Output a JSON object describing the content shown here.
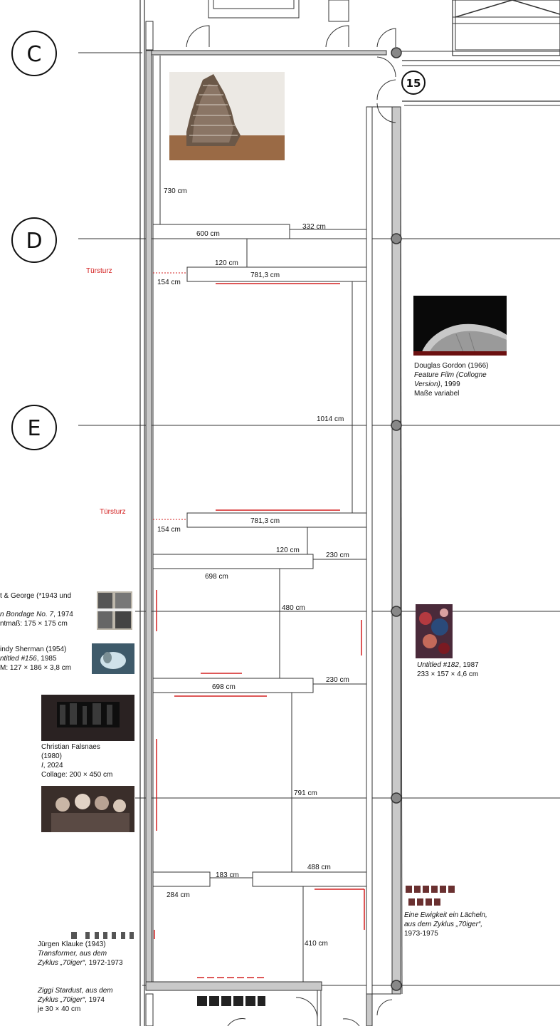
{
  "grid_labels": [
    "C",
    "D",
    "E"
  ],
  "column_number": "15",
  "door_header_label": "Türsturz",
  "dimensions": {
    "d730": "730 cm",
    "d600": "600 cm",
    "d332": "332 cm",
    "d120a": "120 cm",
    "d781a": "781,3 cm",
    "d154a": "154 cm",
    "d1014": "1014 cm",
    "d781b": "781,3 cm",
    "d154b": "154 cm",
    "d120b": "120 cm",
    "d230a": "230 cm",
    "d698a": "698 cm",
    "d480": "480 cm",
    "d698b": "698 cm",
    "d230b": "230 cm",
    "d791": "791 cm",
    "d183": "183 cm",
    "d488": "488 cm",
    "d284": "284 cm",
    "d410": "410 cm"
  },
  "captions": {
    "gordon": {
      "artist": "Douglas Gordon (1966)",
      "title": "Feature Film (Collogne",
      "title2": "Version)",
      "year": ", 1999",
      "size": "Maße variabel"
    },
    "gilbert": {
      "l1": "t & George (*1943 und",
      "l2a": "n Bondage No. 7",
      "l2b": ", 1974",
      "l3": "ntmaß: 175 × 175 cm"
    },
    "sherman_left": {
      "l1": "indy Sherman (1954)",
      "l2a": "ntitled #156",
      "l2b": ", 1985",
      "l3": "M: 127 × 186 × 3,8 cm"
    },
    "falsnaes": {
      "l1": "Christian Falsnaes",
      "l2": "(1980)",
      "l3a": "I",
      "l3b": ", 2024",
      "l4": "Collage: 200 × 450 cm"
    },
    "sherman_right": {
      "l1a": "Untitled #182",
      "l1b": ", 1987",
      "l2": "233 × 157 × 4,6 cm"
    },
    "ewigkeit": {
      "l1": "Eine Ewigkeit ein Lächeln,",
      "l2": "aus dem Zyklus „70iger“,",
      "l3": "1973-1975"
    },
    "klauke": {
      "l1": "Jürgen Klauke (1943)",
      "l2": "Transformer, aus dem",
      "l3a": "Zyklus „70iger“",
      "l3b": ", 1972-1973"
    },
    "stardust": {
      "l1": "Ziggi Stardust, aus dem",
      "l2a": "Zyklus „70iger“",
      "l2b": ", 1974",
      "l3": "je 30 × 40 cm"
    }
  },
  "colors": {
    "wall": "#333333",
    "wall_fill": "#c9c9c9",
    "door_header": "#d32020",
    "line": "#111111"
  }
}
